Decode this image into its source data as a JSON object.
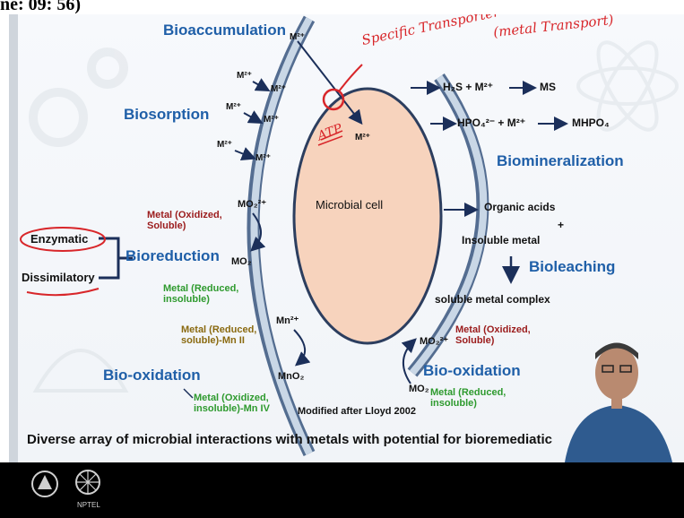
{
  "header_fragment": "ne: 09: 56)",
  "caption": "Diverse array of microbial interactions with metals with potential for bioremediatic",
  "credit": "Modified after Lloyd 2002",
  "cell_label": "Microbial cell",
  "processes": {
    "bioaccumulation": "Bioaccumulation",
    "biosorption": "Biosorption",
    "biomineralization": "Biomineralization",
    "bioreduction": "Bioreduction",
    "bioleaching": "Bioleaching",
    "bio_oxidation_left": "Bio-oxidation",
    "bio_oxidation_right": "Bio-oxidation"
  },
  "species": {
    "m2_top": "M²⁺",
    "m2_inside": "M²⁺",
    "m2_a": "M²⁺",
    "m2_a2": "M²⁺",
    "m2_b": "M²⁺",
    "m2_b2": "M²⁺",
    "m2_c": "M²⁺",
    "m2_c2": "M²⁺",
    "mo2_2plus": "MO₂²⁺",
    "mo2": "MO₂",
    "mn2": "Mn²⁺",
    "mno2": "MnO₂",
    "mo2_2plus_right": "MO₂²⁺",
    "mo2_right": "MO₂"
  },
  "reactions": {
    "h2s": "H₂S + M²⁺",
    "ms": "MS",
    "hpo4": "HPO₄²⁻ + M²⁺",
    "mhpo4": "MHPO₄",
    "organic_acids": "Organic acids",
    "plus": "+",
    "insoluble_metal": "Insoluble metal",
    "soluble_complex": "soluble metal complex"
  },
  "states": {
    "oxidized_soluble": "Metal (Oxidized, Soluble)",
    "reduced_insoluble": "Metal (Reduced, insoluble)",
    "reduced_mn": "Metal (Reduced, soluble)-Mn II",
    "oxidized_mn": "Metal (Oxidized, insoluble)-Mn IV",
    "oxidized_soluble_right": "Metal (Oxidized, Soluble)",
    "reduced_insoluble_right": "Metal (Reduced, insoluble)"
  },
  "mechanisms": {
    "enzymatic": "Enzymatic",
    "dissimilatory": "Dissimilatory"
  },
  "annotations": {
    "transporter_line1": "Specific Transporter",
    "transporter_line2": "(metal Transport)",
    "atp": "ATP"
  },
  "footer": {
    "logo1": "IIT emblem",
    "logo2": "NPTEL"
  },
  "colors": {
    "accent_blue": "#1f5fa8",
    "oxidized_red": "#9b1c1c",
    "reduced_green": "#2e9a2e",
    "handwriting_red": "#d8262a",
    "cell_fill": "#f7d3bd"
  }
}
